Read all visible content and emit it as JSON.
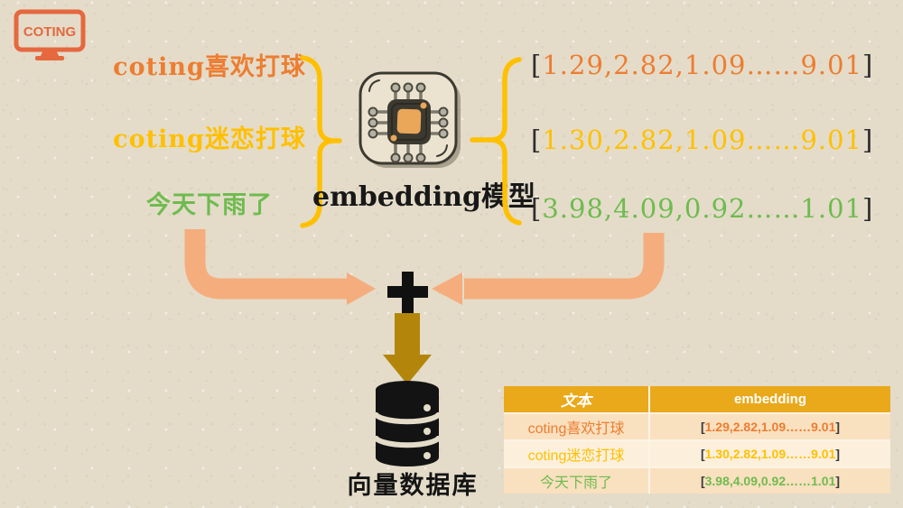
{
  "logo": {
    "text": "COTING",
    "color": "#e5683f"
  },
  "inputs": [
    {
      "text": "coting喜欢打球",
      "color": "#ed7d31"
    },
    {
      "text": "coting迷恋打球",
      "color": "#ffc000"
    },
    {
      "text": "今天下雨了",
      "color": "#6fbb4f"
    }
  ],
  "model": {
    "label": "embedding模型"
  },
  "outputs": [
    {
      "open": "[",
      "values": "1.29,2.82,1.09……9.01",
      "close": "]",
      "color": "#ed7d31"
    },
    {
      "open": "[",
      "values": "1.30,2.82,1.09……9.01",
      "close": "]",
      "color": "#ffc000"
    },
    {
      "open": "[",
      "values": "3.98,4.09,0.92……1.01",
      "close": "]",
      "color": "#6fbb4f"
    }
  ],
  "database": {
    "label": "向量数据库"
  },
  "table": {
    "header": {
      "col1": "文本",
      "col2": "embedding",
      "bg": "#e9a91b",
      "text_color": "#ffffff"
    },
    "rows": [
      {
        "text": "coting喜欢打球",
        "color": "#ed7d31",
        "open": "[",
        "values": "1.29,2.82,1.09……9.01",
        "close": "]"
      },
      {
        "text": "coting迷恋打球",
        "color": "#ffc000",
        "open": "[",
        "values": "1.30,2.82,1.09……9.01",
        "close": "]"
      },
      {
        "text": "今天下雨了",
        "color": "#6fbb4f",
        "open": "[",
        "values": "3.98,4.09,0.92……1.01",
        "close": "]"
      }
    ]
  },
  "icons": {
    "logo_monitor": "monitor-icon",
    "chip": "chip-icon",
    "brace_group_inputs": "}",
    "brace_group_outputs": "{",
    "arrow_left": "elbow-arrow-right",
    "arrow_right": "elbow-arrow-left",
    "plus": "plus-icon",
    "arrow_down": "down-arrow",
    "database": "database-cylinder-icon"
  },
  "colors": {
    "background": "#e4dcc9",
    "brace": "#ffc000",
    "salmon_arrow": "#f5ad7d",
    "gold_arrow": "#b3860b",
    "bracket": "#2d2d2d"
  }
}
